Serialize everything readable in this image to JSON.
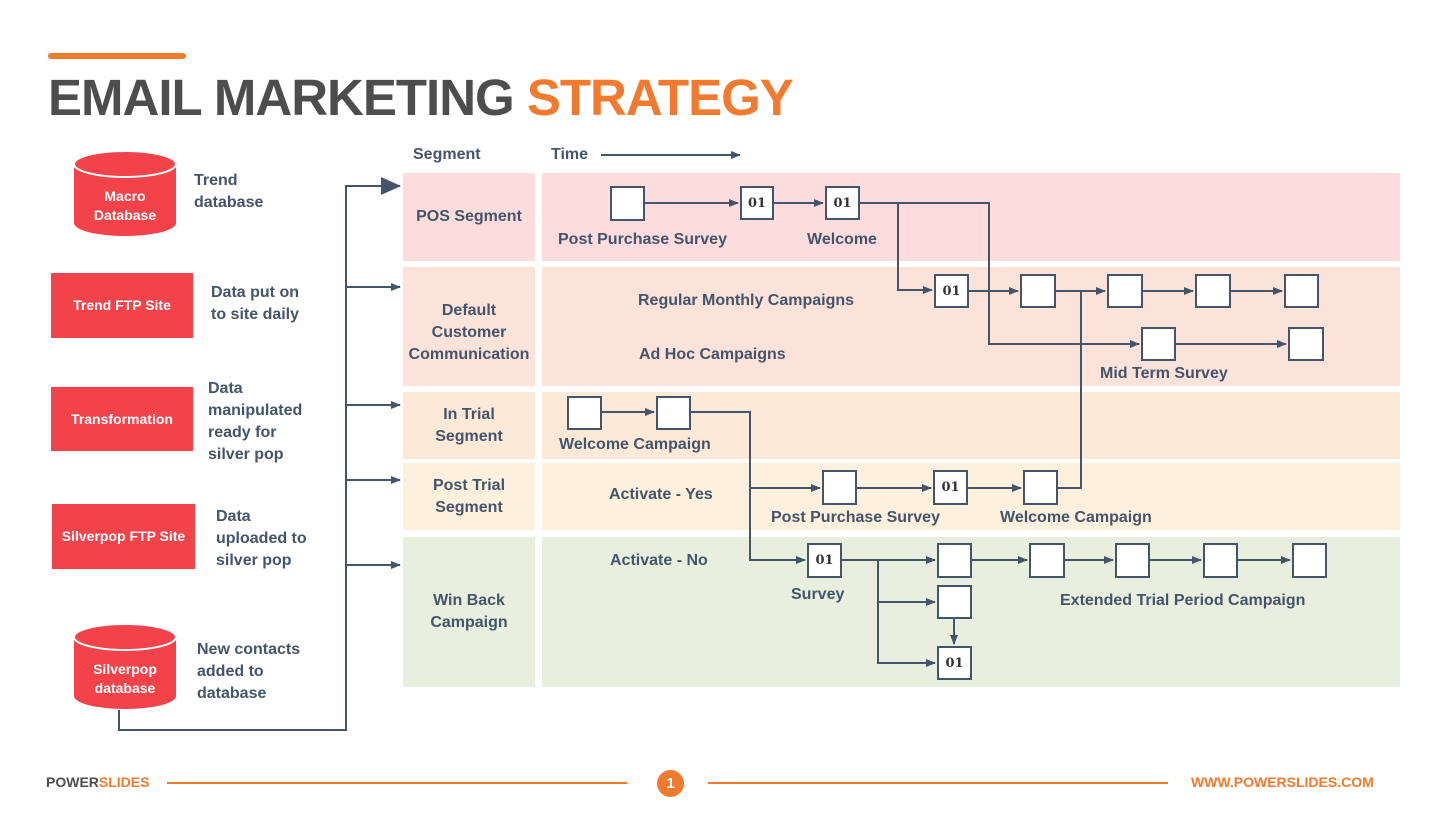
{
  "title": {
    "part1": "EMAIL MARKETING",
    "part2": "STRATEGY"
  },
  "header": {
    "segment": "Segment",
    "time": "Time"
  },
  "colors": {
    "accent": "#f27a2e",
    "red": "#f2434a",
    "text": "#44546a",
    "pos_band": "#fcdcdc",
    "default_band": "#fbe3da",
    "trial_band": "#fde9d8",
    "post_trial_band": "#fdf1dd",
    "win_back_band": "#e8efdf"
  },
  "sources": [
    {
      "kind": "cylinder",
      "label": "Macro Database",
      "description": "Trend\ndatabase"
    },
    {
      "kind": "box",
      "label": "Trend FTP Site",
      "description": "Data put on\nto site daily"
    },
    {
      "kind": "box",
      "label": "Transformation",
      "description": "Data\nmanipulated\nready for\nsilver pop"
    },
    {
      "kind": "box",
      "label": "Silverpop FTP Site",
      "description": "Data\nuploaded to\nsilver pop"
    },
    {
      "kind": "cylinder",
      "label": "Silverpop database",
      "description": "New contacts\nadded to\ndatabase"
    }
  ],
  "segments": [
    {
      "label": "POS Segment"
    },
    {
      "label": "Default Customer Communication"
    },
    {
      "label": "In Trial Segment"
    },
    {
      "label": "Post Trial Segment"
    },
    {
      "label": "Win Back Campaign"
    }
  ],
  "flow_labels": {
    "post_purchase_survey": "Post Purchase Survey",
    "welcome": "Welcome",
    "regular_monthly": "Regular Monthly Campaigns",
    "ad_hoc": "Ad Hoc Campaigns",
    "mid_term_survey": "Mid Term Survey",
    "welcome_campaign": "Welcome Campaign",
    "activate_yes": "Activate - Yes",
    "post_purchase_survey_2": "Post Purchase Survey",
    "welcome_campaign_2": "Welcome Campaign",
    "activate_no": "Activate - No",
    "survey": "Survey",
    "extended_trial": "Extended Trial Period Campaign"
  },
  "node_text": "01",
  "footer": {
    "brand_part1": "POWER",
    "brand_part2": "SLIDES",
    "page": "1",
    "url": "WWW.POWERSLIDES.COM"
  }
}
